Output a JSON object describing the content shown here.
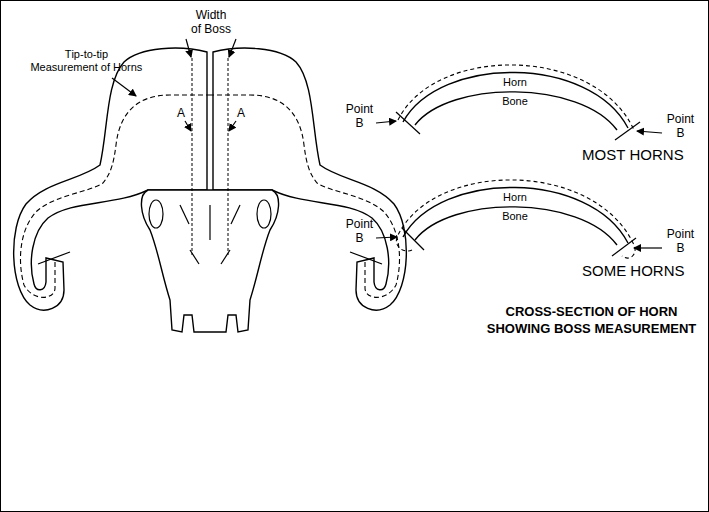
{
  "diagram": {
    "labels": [
      "Width of Boss",
      "Tip-to-tip Measurement of Horns",
      "A",
      "A",
      "Point B",
      "Horn",
      "Bone",
      "Point B",
      "MOST HORNS",
      "Point B",
      "Horn",
      "Bone",
      "Point B",
      "SOME HORNS",
      "CROSS-SECTION OF HORN SHOWING BOSS MEASUREMENT"
    ]
  }
}
